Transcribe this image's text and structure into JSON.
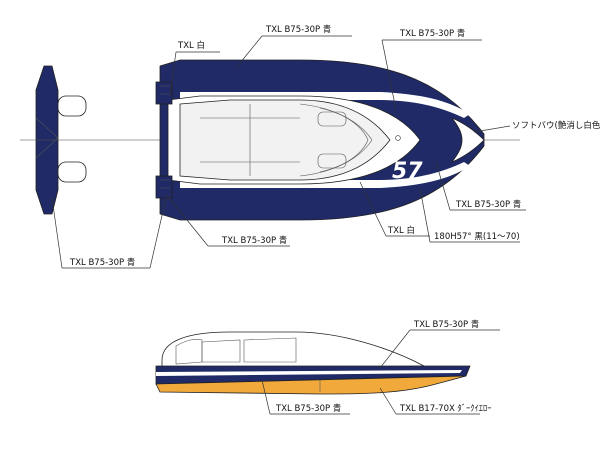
{
  "labels": {
    "txl_white_top": "TXL 白",
    "txl_blue_top": "TXL B75-30P 青",
    "txl_blue_top_right": "TXL B75-30P 青",
    "soft_bow": "ソフトバウ(艶消し白色)",
    "txl_blue_right": "TXL B75-30P 青",
    "txl_white_bottom": "TXL 白",
    "black_180h": "180H57° 黒(11～70)",
    "txl_blue_mid": "TXL B75-30P 青",
    "txl_blue_left": "TXL B75-30P 青",
    "side_txl_blue_top": "TXL B75-30P 青",
    "side_txl_blue_bottom": "TXL B75-30P 青",
    "side_txl_yellow": "TXL B17-70X ﾀﾞｰｸｲｴﾛｰ"
  },
  "hull_number": "57",
  "colors": {
    "navy": "#1f2a66",
    "white": "#ffffff",
    "yellow": "#f2a93b",
    "canopy": "#f2f2f2",
    "outline": "#222222"
  }
}
